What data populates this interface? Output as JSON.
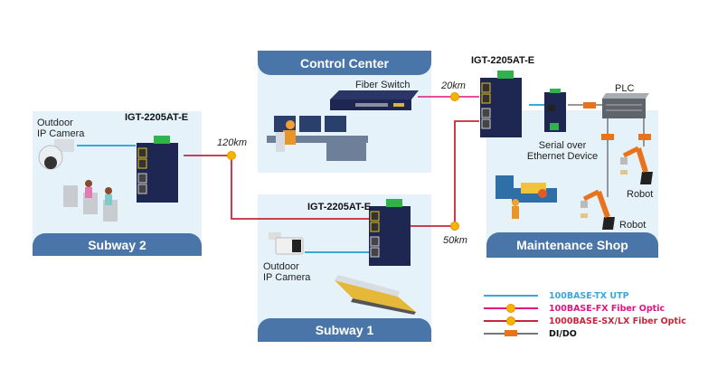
{
  "zones": {
    "subway2": {
      "title": "Subway 2"
    },
    "control_center": {
      "title": "Control Center"
    },
    "subway1": {
      "title": "Subway 1"
    },
    "maintenance_shop": {
      "title": "Maintenance Shop"
    }
  },
  "devices": {
    "switch_subway2": {
      "label": "IGT-2205AT-E"
    },
    "switch_subway1": {
      "label": "IGT-2205AT-E"
    },
    "switch_maintenance": {
      "label": "IGT-2205AT-E"
    },
    "fiber_switch": {
      "label": "Fiber Switch"
    },
    "camera_subway2": {
      "label_line1": "Outdoor",
      "label_line2": "IP Camera"
    },
    "camera_subway1": {
      "label_line1": "Outdoor",
      "label_line2": "IP Camera"
    },
    "serial_device": {
      "label_line1": "Serial over",
      "label_line2": "Ethernet Device"
    },
    "plc": {
      "label": "PLC"
    },
    "robot1": {
      "label": "Robot"
    },
    "robot2": {
      "label": "Robot"
    }
  },
  "distances": {
    "link_120": "120km",
    "link_20": "20km",
    "link_50": "50km"
  },
  "legend": [
    {
      "label": "100BASE-TX UTP",
      "color": "#3aa7dc",
      "marker": "none"
    },
    {
      "label": "100BASE-FX Fiber Optic",
      "color": "#e0157f",
      "marker": "fiber-node"
    },
    {
      "label": "1000BASE-SX/LX Fiber Optic",
      "color": "#c4273a",
      "marker": "fiber-node"
    },
    {
      "label": "DI/DO",
      "color": "#777777",
      "marker": "dio-box"
    }
  ],
  "colors": {
    "banner": "#4a75a8",
    "zone_bg": "#e6f2fa",
    "utp": "#3aa7dc",
    "fx": "#e0157f",
    "sx": "#c4273a",
    "dio": "#777777"
  }
}
